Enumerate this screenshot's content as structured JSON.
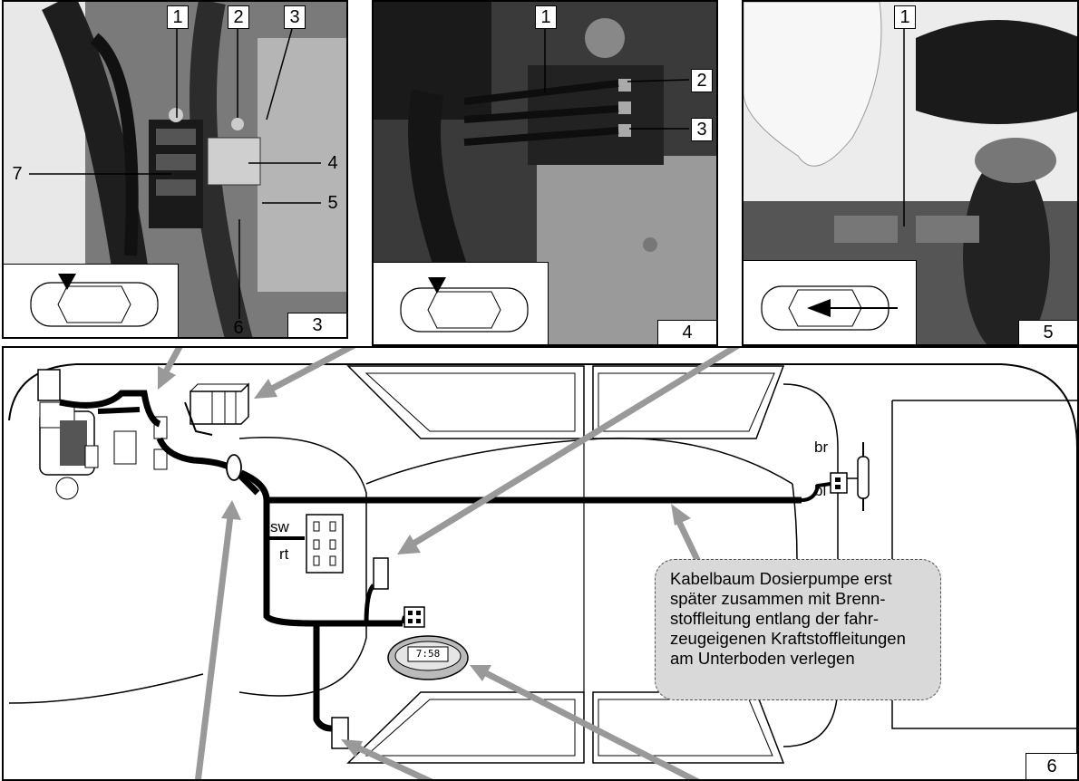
{
  "panel3": {
    "labels": [
      "1",
      "2",
      "3",
      "4",
      "5",
      "6",
      "7"
    ],
    "fig_number": "3"
  },
  "panel4": {
    "labels": [
      "1",
      "2",
      "3"
    ],
    "fig_number": "4"
  },
  "panel5": {
    "labels": [
      "1"
    ],
    "fig_number": "5"
  },
  "diagram": {
    "fig_number": "6",
    "wire_labels": {
      "sw": "sw",
      "rt": "rt",
      "br": "br",
      "bl": "bl"
    },
    "timer_display": "7:58",
    "callout_lines": [
      "Kabelbaum Dosierpumpe erst",
      "später zusammen mit Brenn-",
      "stoffleitung entlang der fahr-",
      "zeugeigenen Kraftstoffleitungen",
      "am Unterboden verlegen"
    ]
  },
  "colors": {
    "arrow": "#999999",
    "callout_bg": "#d9d9d9",
    "photo_dark": "#2a2a2a"
  }
}
